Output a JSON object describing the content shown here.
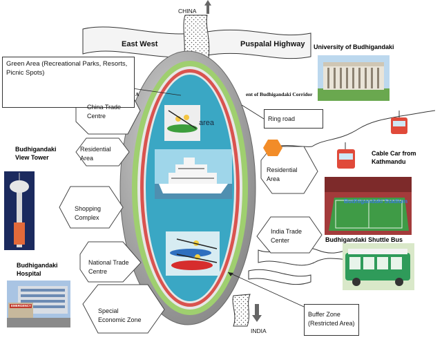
{
  "directions": {
    "north": "CHINA",
    "south": "INDIA"
  },
  "highway": {
    "left": "East West",
    "right": "Puspalal Highway"
  },
  "figure_caption": {
    "prefix": "Fig A",
    "suffix": "ent of Budhigandaki Corridor"
  },
  "center_text": "area",
  "zones": {
    "green_area": "Green Area (Recreational Parks, Resorts, Picnic Spots)",
    "ring_road": "Ring road",
    "buffer_zone": "Buffer Zone (Restricted Area)"
  },
  "hexagons": {
    "china_trade": "China Trade Centre",
    "residential_left": "Residential Area",
    "shopping": "Shopping Complex",
    "national_trade": "National Trade Centre",
    "special_economic": "Special Economic Zone",
    "residential_right": "Residential Area",
    "india_trade": "India Trade Center"
  },
  "landmarks": {
    "university": "University of Budhigandaki",
    "view_tower": "Budhigandaki View Tower",
    "hospital": "Budhigandaki Hospital",
    "cable_car": "Cable Car from Kathmandu",
    "stadium": "Budhigandaki Stadium",
    "shuttle_bus": "Budhigandaki Shuttle Bus",
    "hospital_sign": "EMERGENCY"
  },
  "colors": {
    "outer_ring": "#9e9e9e",
    "green_ring": "#9fcf6f",
    "red_ring": "#d9534f",
    "core": "#3aa7c4",
    "highway_fill": "#f2f2f2"
  }
}
